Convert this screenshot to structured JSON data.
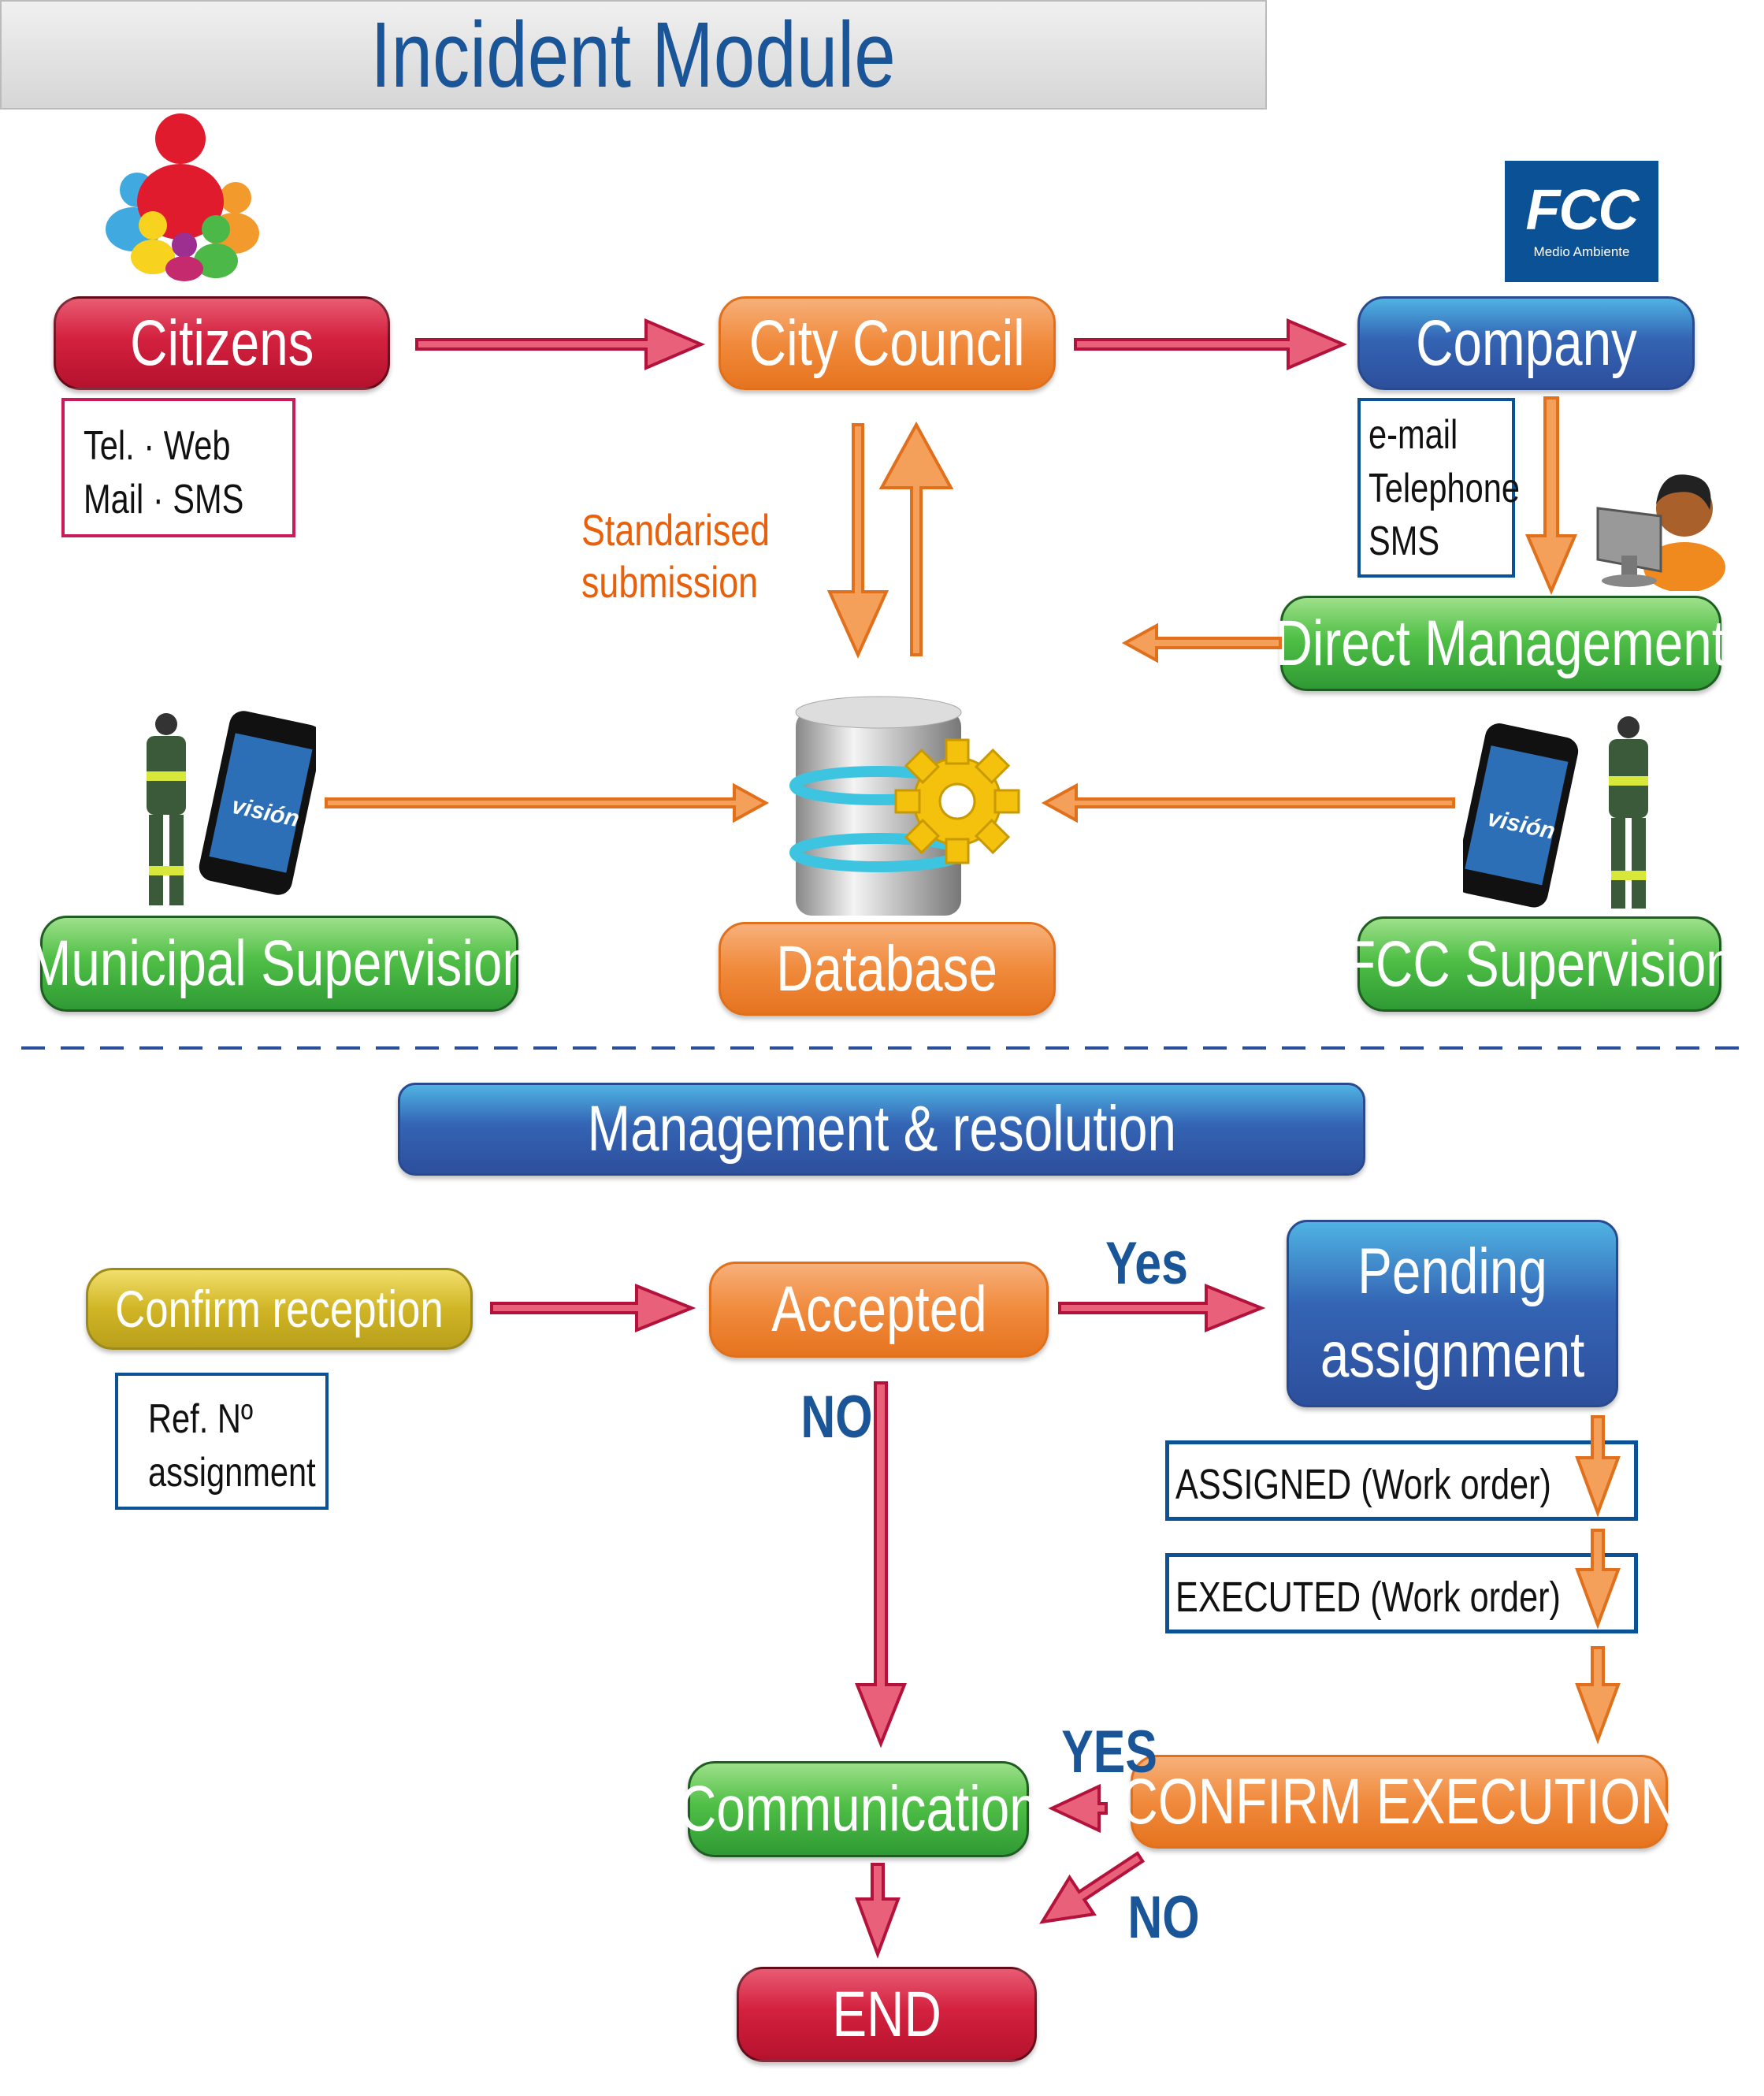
{
  "title": "Incident Module",
  "top_flow": {
    "citizens": "Citizens",
    "citizens_channels": [
      "Tel. · Web",
      "Mail · SMS"
    ],
    "city_council": "City Council",
    "company": "Company",
    "company_logo": {
      "text": "FCC",
      "subtitle": "Medio Ambiente"
    },
    "company_channels": [
      "e-mail",
      "Telephone",
      "SMS"
    ],
    "standardised_label": [
      "Standarised",
      "submission"
    ],
    "direct_management": "Direct Management",
    "database": "Database",
    "municipal_supervision": "Municipal Supervision",
    "fcc_supervision": "FCC Supervision",
    "phone_app_text": "visión"
  },
  "bottom_flow": {
    "section_title": "Management & resolution",
    "confirm_reception": "Confirm reception",
    "ref_box": [
      "Ref. Nº",
      "assignment"
    ],
    "accepted": "Accepted",
    "yes_label": "Yes",
    "pending_assignment": [
      "Pending",
      "assignment"
    ],
    "no_label": "NO",
    "assigned": "ASSIGNED (Work order)",
    "executed": "EXECUTED (Work order)",
    "confirm_execution": "CONFIRM EXECUTION",
    "yes_upper_label": "YES",
    "no_label_2": "NO",
    "communication": "Communication",
    "end": "END"
  },
  "colors": {
    "title_blue": "#1a5598",
    "red": "#d3213f",
    "orange": "#f08a3c",
    "blue": "#3464b4",
    "green": "#4fbf46",
    "olive": "#d0b525",
    "standardised_text": "#e8600a"
  }
}
